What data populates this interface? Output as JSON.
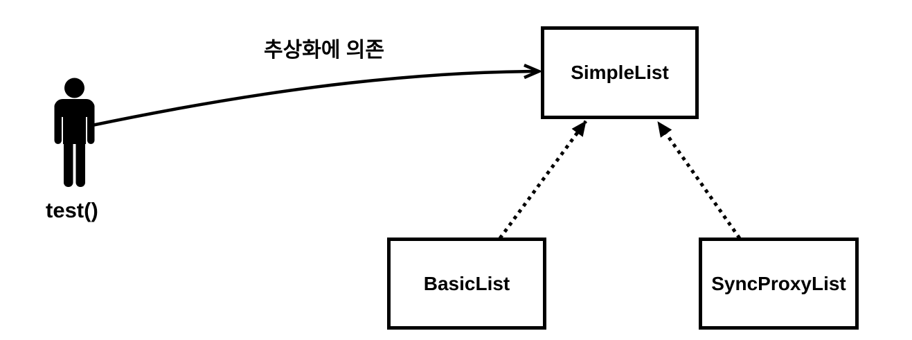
{
  "diagram": {
    "type": "uml-dependency-diagram",
    "background_color": "#ffffff",
    "line_color": "#000000",
    "actor": {
      "label": "test()",
      "icon": "person-icon"
    },
    "nodes": [
      {
        "id": "simple-list",
        "label": "SimpleList"
      },
      {
        "id": "basic-list",
        "label": "BasicList"
      },
      {
        "id": "sync-proxy-list",
        "label": "SyncProxyList"
      }
    ],
    "edges": [
      {
        "from": "test()",
        "to": "SimpleList",
        "label": "추상화에 의존",
        "style": "solid-curve",
        "arrowhead": "open"
      },
      {
        "from": "BasicList",
        "to": "SimpleList",
        "label": "",
        "style": "dotted",
        "arrowhead": "solid"
      },
      {
        "from": "SyncProxyList",
        "to": "SimpleList",
        "label": "",
        "style": "dotted",
        "arrowhead": "solid"
      }
    ]
  }
}
